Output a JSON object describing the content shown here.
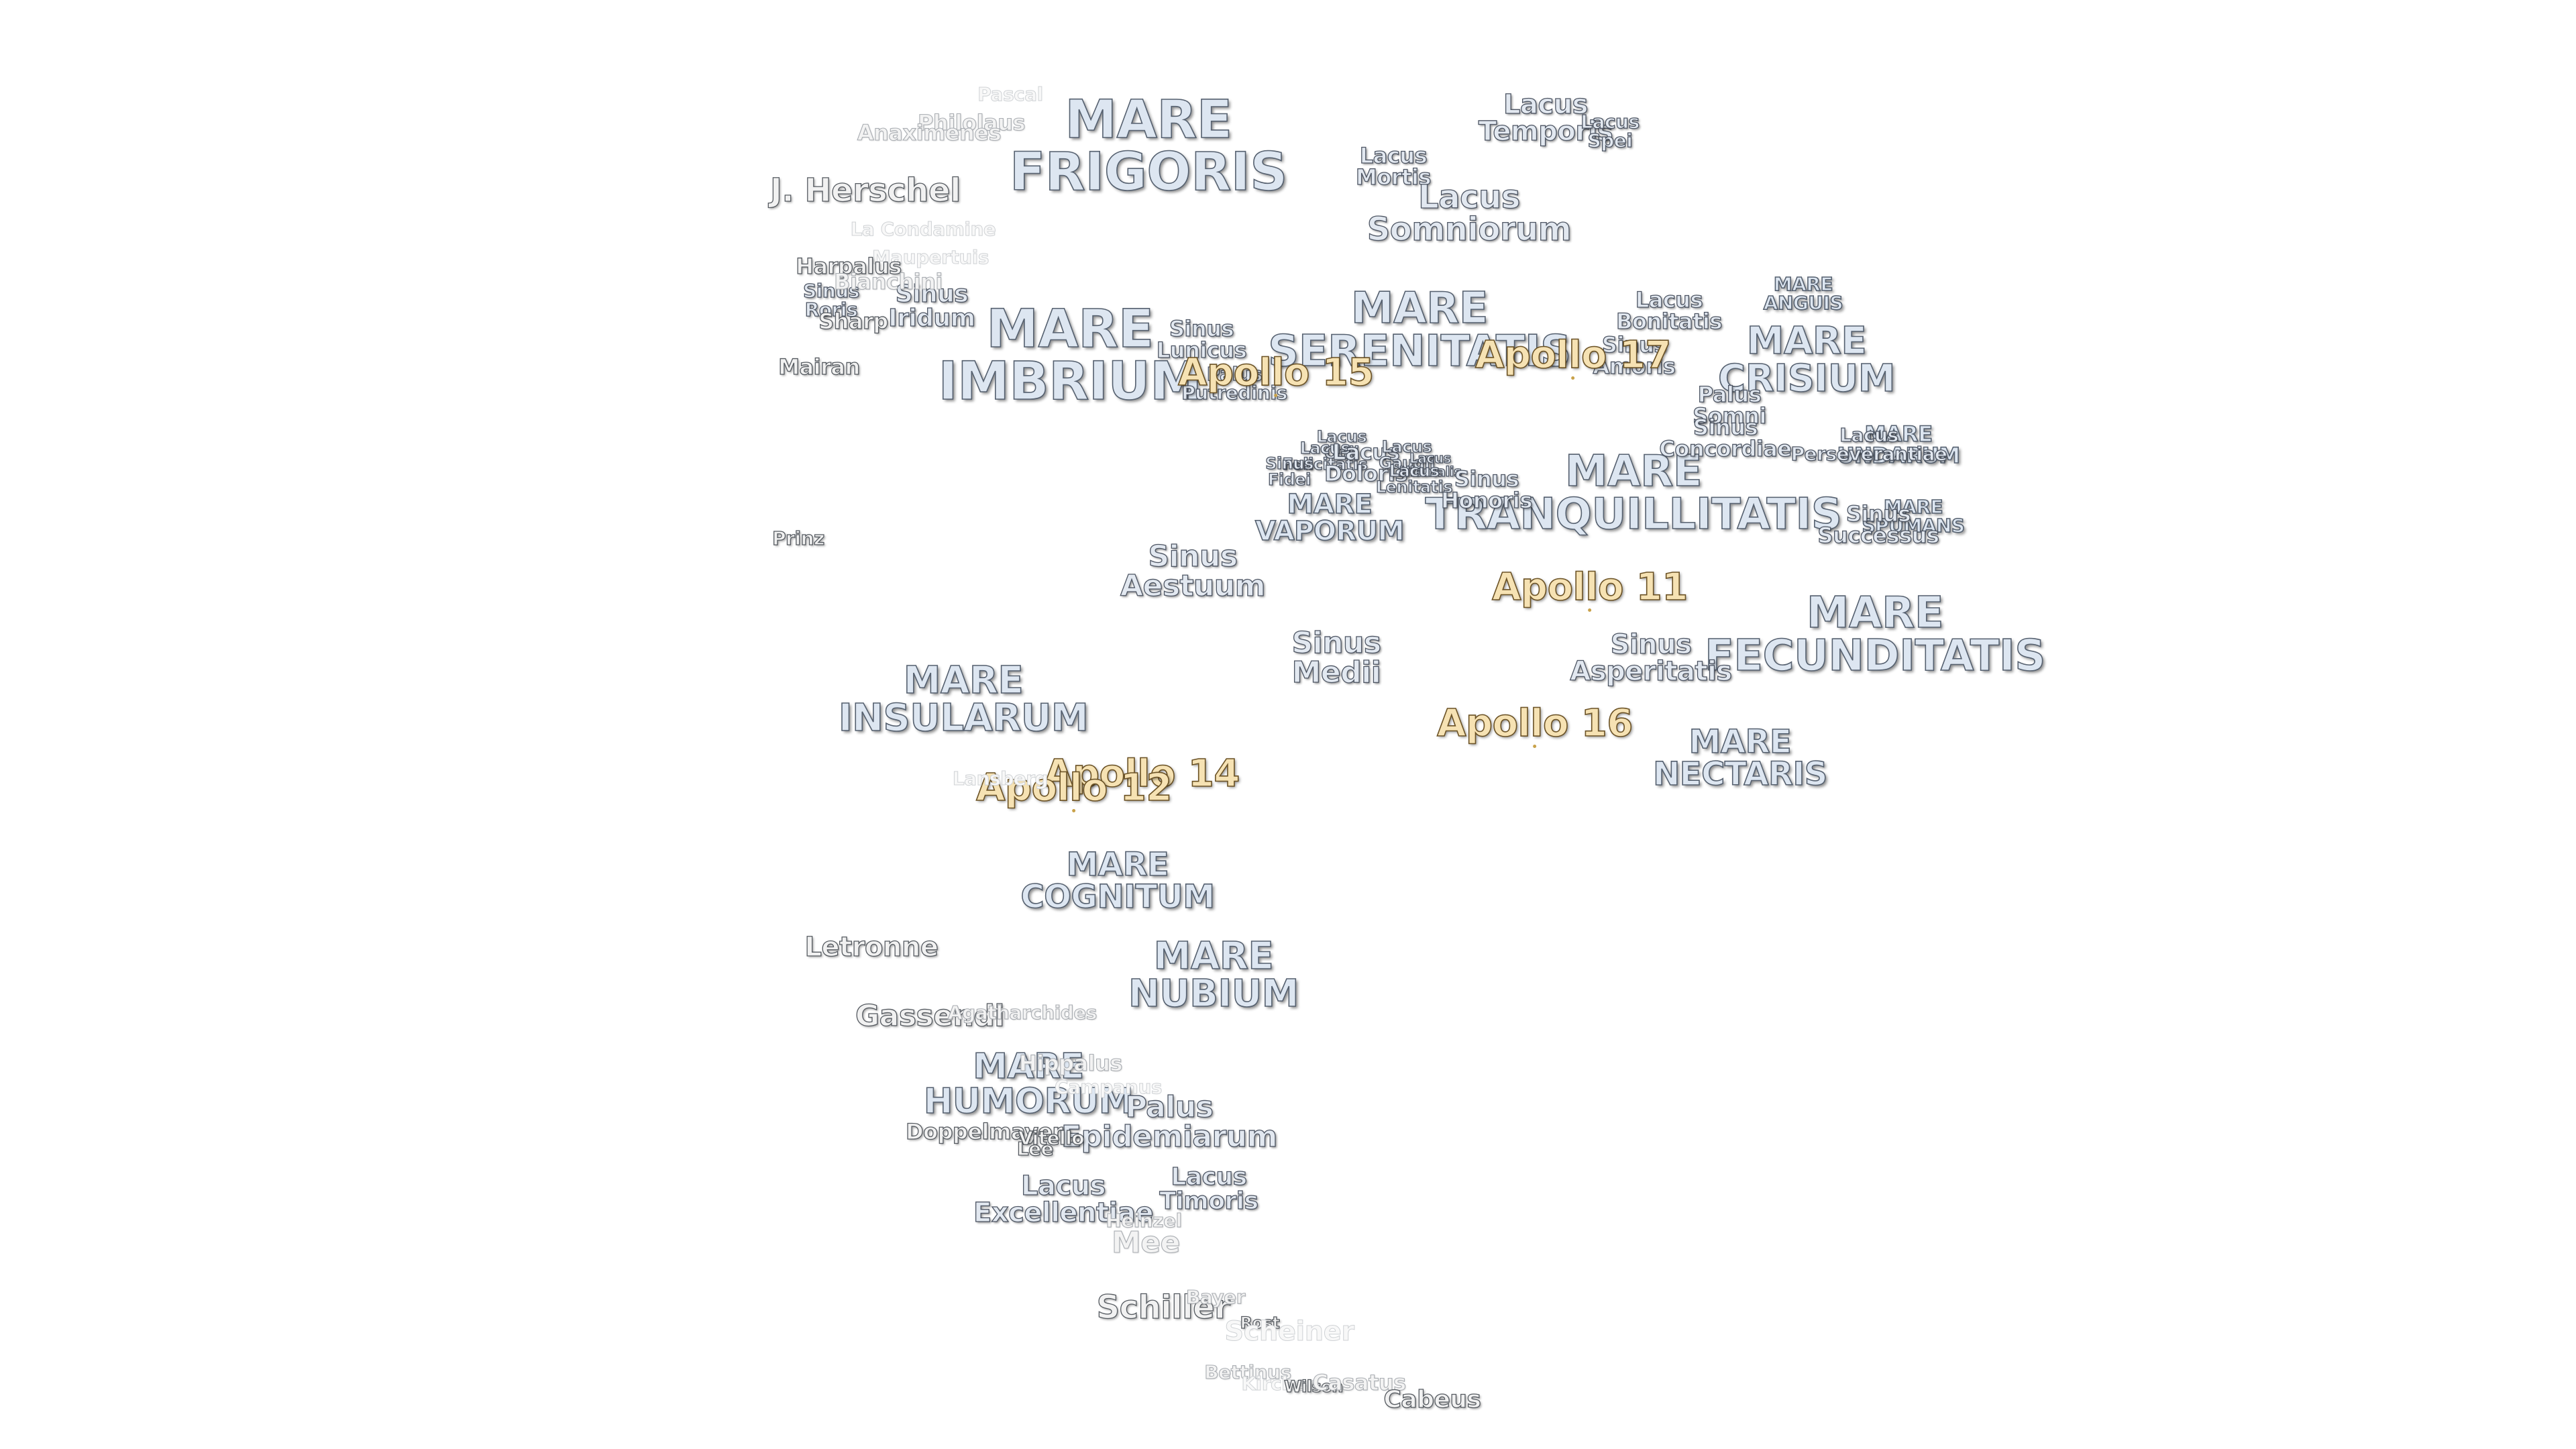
{
  "features": [
    {
      "id": "mare-frigoris",
      "text": "MARE\nFRIGORIS",
      "kind": "mare"
    },
    {
      "id": "mare-imbrium",
      "text": "MARE\nIMBRIUM",
      "kind": "mare"
    },
    {
      "id": "mare-serenitatis",
      "text": "MARE\nSERENITATIS",
      "kind": "mare"
    },
    {
      "id": "mare-tranquillitatis",
      "text": "MARE\nTRANQUILLITATIS",
      "kind": "mare"
    },
    {
      "id": "mare-crisium",
      "text": "MARE\nCRISIUM",
      "kind": "mare"
    },
    {
      "id": "mare-fecunditatis",
      "text": "MARE\nFECUNDITATIS",
      "kind": "mare"
    },
    {
      "id": "mare-nectaris",
      "text": "MARE\nNECTARIS",
      "kind": "mare"
    },
    {
      "id": "mare-insularum",
      "text": "MARE\nINSULARUM",
      "kind": "mare"
    },
    {
      "id": "mare-cognitum",
      "text": "MARE\nCOGNITUM",
      "kind": "mare"
    },
    {
      "id": "mare-nubium",
      "text": "MARE\nNUBIUM",
      "kind": "mare"
    },
    {
      "id": "mare-humorum",
      "text": "MARE\nHUMORUM",
      "kind": "mare"
    },
    {
      "id": "mare-vaporum",
      "text": "MARE\nVAPORUM",
      "kind": "mare"
    },
    {
      "id": "mare-anguis",
      "text": "MARE\nANGUIS",
      "kind": "mare"
    },
    {
      "id": "mare-undarum",
      "text": "MARE\nUNDARUM",
      "kind": "mare"
    },
    {
      "id": "mare-spumans",
      "text": "MARE\nSPUMANS",
      "kind": "mare"
    },
    {
      "id": "lacus-temporis",
      "text": "Lacus\nTemporis",
      "kind": "minor"
    },
    {
      "id": "lacus-spei",
      "text": "Lacus\nSpei",
      "kind": "minor"
    },
    {
      "id": "lacus-mortis",
      "text": "Lacus\nMortis",
      "kind": "minor"
    },
    {
      "id": "lacus-somniorum",
      "text": "Lacus\nSomniorum",
      "kind": "minor"
    },
    {
      "id": "lacus-bonitatis",
      "text": "Lacus\nBonitatis",
      "kind": "minor"
    },
    {
      "id": "sinus-amoris",
      "text": "Sinus\nAmoris",
      "kind": "minor"
    },
    {
      "id": "palus-somni",
      "text": "Palus\nSomni",
      "kind": "minor"
    },
    {
      "id": "sinus-concordiae",
      "text": "Sinus\nConcordiae",
      "kind": "minor"
    },
    {
      "id": "lacus-perseverantiae",
      "text": "Lacus\nPerseverantiae",
      "kind": "minor"
    },
    {
      "id": "sinus-successus",
      "text": "Sinus\nSuccessus",
      "kind": "minor"
    },
    {
      "id": "sinus-lunicus",
      "text": "Sinus\nLunicus",
      "kind": "minor"
    },
    {
      "id": "palus-putredinis",
      "text": "Palus\nPutredinis",
      "kind": "minor"
    },
    {
      "id": "lacus-odii",
      "text": "Lacus\nOdii",
      "kind": "minor"
    },
    {
      "id": "lacus-felicitatis",
      "text": "Lacus\nFelicitatis",
      "kind": "minor"
    },
    {
      "id": "sinus-fidei",
      "text": "Sinus\nFidei",
      "kind": "minor"
    },
    {
      "id": "lacus-doloris",
      "text": "Lacus\nDoloris",
      "kind": "minor"
    },
    {
      "id": "lacus-gaudii",
      "text": "Lacus\nGaudii",
      "kind": "minor"
    },
    {
      "id": "lacus-hiemalis",
      "text": "Lacus\nHiemalis",
      "kind": "minor"
    },
    {
      "id": "lacus-lenitatis",
      "text": "Lacus\nLenitatis",
      "kind": "minor"
    },
    {
      "id": "sinus-honoris",
      "text": "Sinus\nHonoris",
      "kind": "minor"
    },
    {
      "id": "sinus-aestuum",
      "text": "Sinus\nAestuum",
      "kind": "minor"
    },
    {
      "id": "sinus-medii",
      "text": "Sinus\nMedii",
      "kind": "minor"
    },
    {
      "id": "sinus-asperitatis",
      "text": "Sinus\nAsperitatis",
      "kind": "minor"
    },
    {
      "id": "sinus-roris",
      "text": "Sinus\nRoris",
      "kind": "minor"
    },
    {
      "id": "sinus-iridum",
      "text": "Sinus\nIridum",
      "kind": "minor"
    },
    {
      "id": "palus-epidemiarum",
      "text": "Palus\nEpidemiarum",
      "kind": "minor"
    },
    {
      "id": "lacus-timoris",
      "text": "Lacus\nTimoris",
      "kind": "minor"
    },
    {
      "id": "lacus-excellentiae",
      "text": "Lacus\nExcellentiae",
      "kind": "minor"
    },
    {
      "id": "apollo-15",
      "text": "Apollo 15",
      "kind": "apollo"
    },
    {
      "id": "apollo-17",
      "text": "Apollo 17",
      "kind": "apollo"
    },
    {
      "id": "apollo-11",
      "text": "Apollo 11",
      "kind": "apollo"
    },
    {
      "id": "apollo-16",
      "text": "Apollo 16",
      "kind": "apollo"
    },
    {
      "id": "apollo-14",
      "text": "Apollo 14",
      "kind": "apollo"
    },
    {
      "id": "apollo-12",
      "text": "Apollo 12",
      "kind": "apollo"
    },
    {
      "id": "crater-j-herschel",
      "text": "J. Herschel",
      "kind": "crater"
    },
    {
      "id": "crater-philolaus",
      "text": "Philolaus",
      "kind": "faint"
    },
    {
      "id": "crater-anaximenes",
      "text": "Anaximenes",
      "kind": "faint"
    },
    {
      "id": "crater-pascal",
      "text": "Pascal",
      "kind": "veryfaint"
    },
    {
      "id": "crater-la-condamine",
      "text": "La Condamine",
      "kind": "veryfaint"
    },
    {
      "id": "crater-maupertuis",
      "text": "Maupertuis",
      "kind": "veryfaint"
    },
    {
      "id": "crater-harpalus",
      "text": "Harpalus",
      "kind": "crater"
    },
    {
      "id": "crater-bianchini",
      "text": "Bianchini",
      "kind": "faint"
    },
    {
      "id": "crater-sharp",
      "text": "Sharp",
      "kind": "crater"
    },
    {
      "id": "crater-mairan",
      "text": "Mairan",
      "kind": "crater"
    },
    {
      "id": "crater-prinz",
      "text": "Prinz",
      "kind": "crater"
    },
    {
      "id": "crater-lansberg",
      "text": "Lansberg",
      "kind": "veryfaint"
    },
    {
      "id": "crater-letronne",
      "text": "Letronne",
      "kind": "crater"
    },
    {
      "id": "crater-gassendi",
      "text": "Gassendi",
      "kind": "crater"
    },
    {
      "id": "crater-agatharchides",
      "text": "Agatharchides",
      "kind": "faint"
    },
    {
      "id": "crater-hippalus",
      "text": "Hippalus",
      "kind": "faint"
    },
    {
      "id": "crater-campanus",
      "text": "Campanus",
      "kind": "veryfaint"
    },
    {
      "id": "crater-doppelmayer",
      "text": "Doppelmayer",
      "kind": "crater"
    },
    {
      "id": "crater-vitello",
      "text": "Vitello",
      "kind": "crater"
    },
    {
      "id": "crater-lee",
      "text": "Lee",
      "kind": "crater"
    },
    {
      "id": "crater-heinzel",
      "text": "Heinzel",
      "kind": "faint"
    },
    {
      "id": "crater-mee",
      "text": "Mee",
      "kind": "faint"
    },
    {
      "id": "crater-schiller",
      "text": "Schiller",
      "kind": "crater"
    },
    {
      "id": "crater-bayer",
      "text": "Bayer",
      "kind": "faint"
    },
    {
      "id": "crater-rost",
      "text": "Rost",
      "kind": "crater"
    },
    {
      "id": "crater-scheiner",
      "text": "Scheiner",
      "kind": "veryfaint"
    },
    {
      "id": "crater-bettinus",
      "text": "Bettinus",
      "kind": "faint"
    },
    {
      "id": "crater-kircher",
      "text": "Kircher",
      "kind": "veryfaint"
    },
    {
      "id": "crater-wilson",
      "text": "Wilson",
      "kind": "crater"
    },
    {
      "id": "crater-casatus",
      "text": "Casatus",
      "kind": "faint"
    },
    {
      "id": "crater-cabeus",
      "text": "Cabeus",
      "kind": "crater"
    }
  ]
}
